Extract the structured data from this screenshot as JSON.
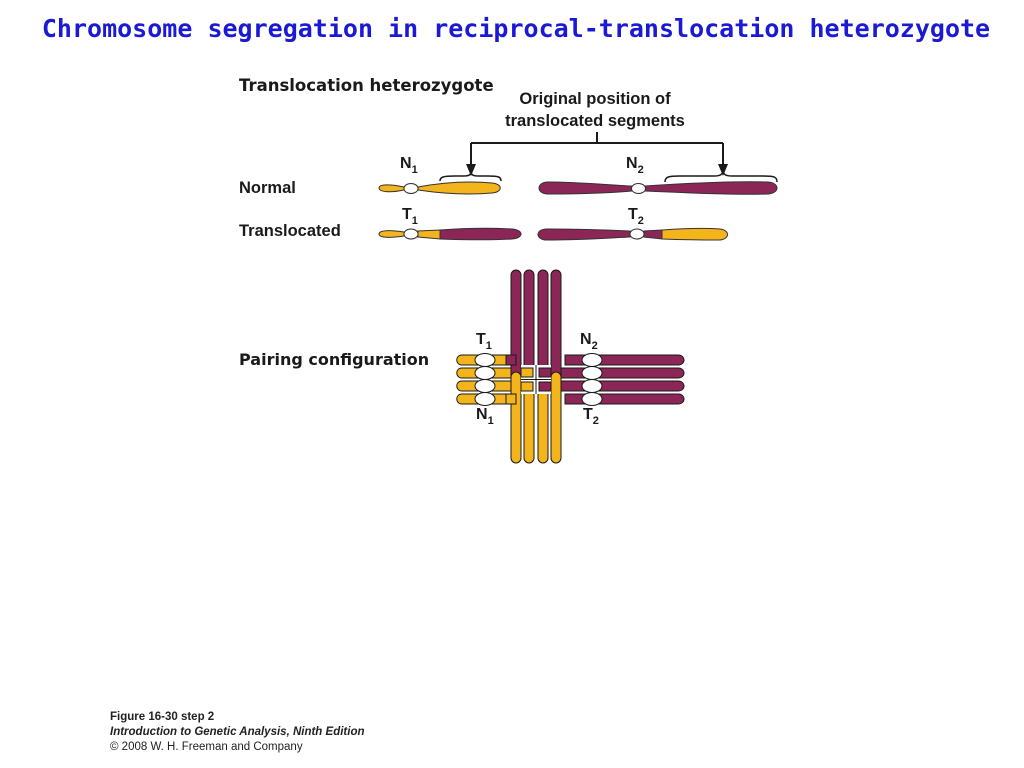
{
  "slide_title": "Chromosome segregation in reciprocal-translocation heterozygote",
  "figure": {
    "heading": "Translocation heterozygote",
    "annotation_line1": "Original position of",
    "annotation_line2": "translocated segments",
    "row_normal": "Normal",
    "row_translocated": "Translocated",
    "pairing_label": "Pairing configuration",
    "labels": {
      "n1_letter": "N",
      "n1_sub": "1",
      "n2_letter": "N",
      "n2_sub": "2",
      "t1_letter": "T",
      "t1_sub": "1",
      "t2_letter": "T",
      "t2_sub": "2"
    },
    "colors": {
      "chromosome_1": "#f3b41c",
      "chromosome_2": "#8c2657",
      "centromere": "#ffffff",
      "outline": "#1a1a1a"
    }
  },
  "caption": {
    "figure_number": "Figure 16-30 step 2",
    "book_title": "Introduction to Genetic Analysis, Ninth Edition",
    "copyright": "© 2008 W. H. Freeman and Company"
  }
}
